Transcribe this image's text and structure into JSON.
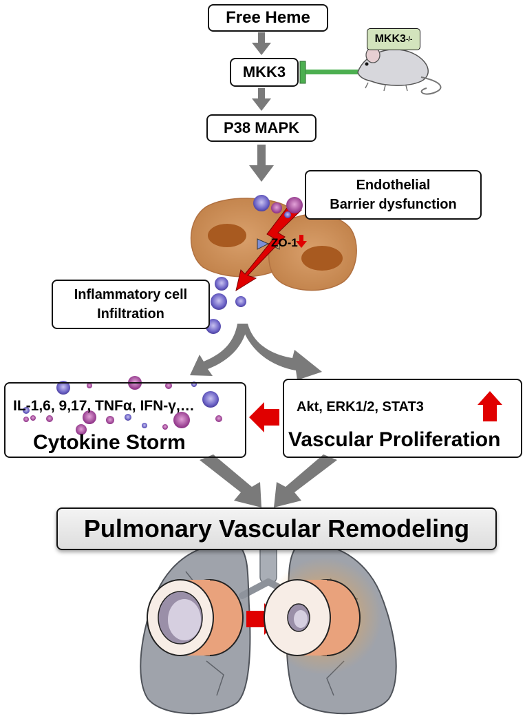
{
  "nodes": {
    "free_heme": "Free Heme",
    "mkk3": "MKK3",
    "mkk3_knockout": "MKK3",
    "mkk3_knockout_sup": "-/-",
    "p38": "P38 MAPK",
    "endothelial_line1": "Endothelial",
    "endothelial_line2": "Barrier dysfunction",
    "zo1": "ZO-1",
    "inflammatory_line1": "Inflammatory cell",
    "inflammatory_line2": "Infiltration",
    "cytokines": "IL-1,6, 9,17, TNFα, IFN-γ,…",
    "cytokine_storm": "Cytokine Storm",
    "signaling": "Akt, ERK1/2, STAT3",
    "vascular_proliferation": "Vascular Proliferation",
    "remodeling": "Pulmonary Vascular Remodeling"
  },
  "colors": {
    "arrow_gray": "#7a7a7a",
    "inhibit_green": "#4caf50",
    "up_red": "#e00000",
    "knockout_box": "#d3e4bd",
    "cell_tan": "#c98b55",
    "nucleus": "#a85a20",
    "lung_gray": "#8e939c"
  }
}
